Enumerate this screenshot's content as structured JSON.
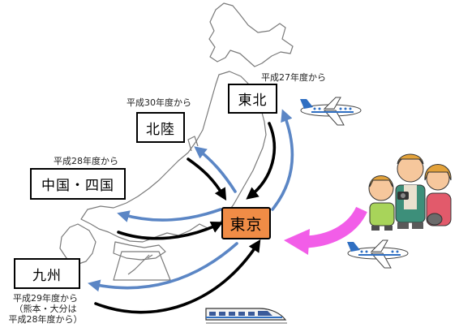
{
  "regions": {
    "tohoku": {
      "label": "東北",
      "since": "平成27年度から"
    },
    "hokuriku": {
      "label": "北陸",
      "since": "平成30年度から"
    },
    "chugoku_shikoku": {
      "label": "中国・四国",
      "since": "平成28年度から"
    },
    "kyushu": {
      "label": "九州",
      "since_lines": [
        "平成29年度から",
        "（熊本・大分は",
        "平成28年度から）"
      ]
    }
  },
  "hub": {
    "label": "東京"
  },
  "colors": {
    "hub_fill": "#f08c46",
    "inbound_arrow": "#000000",
    "outbound_arrow": "#5b86c5",
    "tourist_arrow": "#f25de8",
    "map_outline": "#7a7a7a"
  },
  "icons": [
    "airplane-icon",
    "airplane-icon",
    "bullet-train-icon",
    "tourist-family-icon"
  ]
}
